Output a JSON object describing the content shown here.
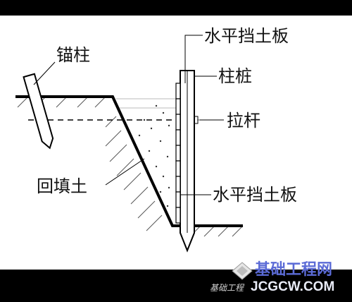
{
  "labels": {
    "board_top": "水平挡土板",
    "pile": "柱桩",
    "tie_rod": "拉杆",
    "board_bottom": "水平挡土板",
    "anchor": "锚柱",
    "backfill": "回填土"
  },
  "watermark": {
    "cn": "基础工程网",
    "en": "JCGCW.COM",
    "small": "基础工程"
  },
  "colors": {
    "line": "#000000",
    "paper": "#ffffff",
    "bar": "#000000",
    "watermark_cn": "#5b6bd6"
  }
}
